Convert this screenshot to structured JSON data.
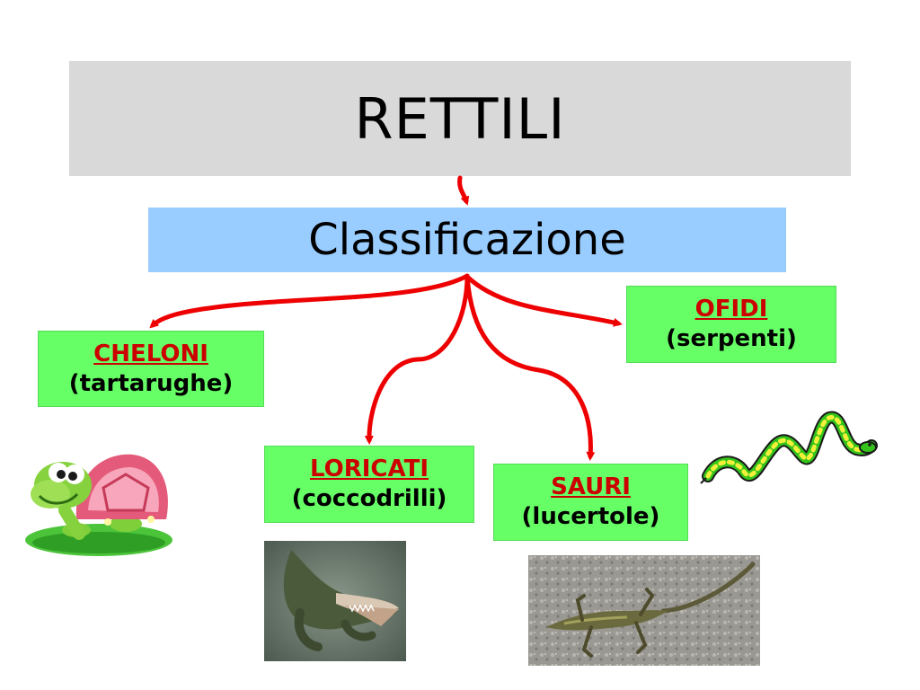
{
  "title": "RETTILI",
  "subtitle": "Classificazione",
  "categories": [
    {
      "name": "CHELONI",
      "desc": "(tartarughe)"
    },
    {
      "name": "LORICATI",
      "desc": "(coccodrilli)"
    },
    {
      "name": "SAURI",
      "desc": "(lucertole)"
    },
    {
      "name": "OFIDI",
      "desc": "(serpenti)"
    }
  ],
  "colors": {
    "title_bg": "#d9d9d9",
    "subtitle_bg": "#99ccff",
    "category_bg": "#66ff66",
    "category_name": "#cc0000",
    "arrow": "#ee0000"
  },
  "images": [
    {
      "icon": "turtle-image"
    },
    {
      "icon": "crocodile-image"
    },
    {
      "icon": "lizard-image"
    },
    {
      "icon": "snake-image"
    }
  ]
}
